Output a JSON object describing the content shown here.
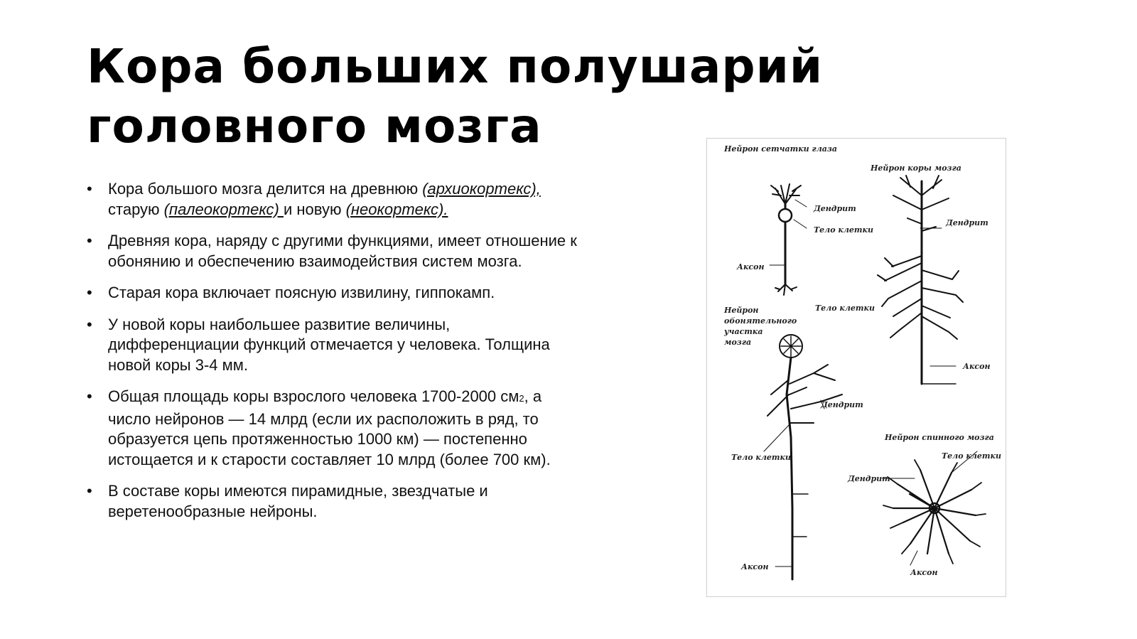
{
  "title": {
    "line1": "Кора больших полушарий",
    "line2": "головного мозга"
  },
  "bullets": {
    "b1": {
      "t1": "Кора большого мозга делится на древнюю ",
      "u1": "(архиокортекс), ",
      "t2": "старую ",
      "u2": "(палеокортекс) ",
      "t3": "и новую ",
      "u3": "(неокортекс). "
    },
    "b2": "Древняя кора, наряду с другими функциями, имеет отношение к обонянию и обеспечению взаимодействия систем мозга.",
    "b3": "Старая кора включает поясную извилину, гиппокамп.",
    "b4": "У новой коры наибольшее развитие величины, дифференциации функций отмечается у человека. Толщина новой коры 3-4 мм.",
    "b5": {
      "t1": "Общая площадь коры взрослого человека 1700-2000 см",
      "sub": "2",
      "t2": ", а число нейронов — 14 млрд (если их расположить в ряд, то образуется цепь протяженностью 1000 км) — постепенно истощается и к старости составляет 10 млрд (более 700 км)."
    },
    "b6": "В составе коры имеются пирамидные, звездчатые и веретенообразные нейроны."
  },
  "figure": {
    "retina_title": "Нейрон сетчатки глаза",
    "cortex_title": "Нейрон коры мозга",
    "olfactory_title": [
      "Нейрон",
      "обонятельного",
      "участка",
      "мозга"
    ],
    "spinal_title": "Нейрон спинного мозга",
    "dendrite": "Дендрит",
    "cell_body": "Тело клетки",
    "axon": "Аксон"
  }
}
